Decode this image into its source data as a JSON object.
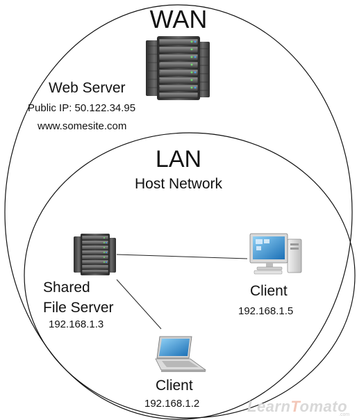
{
  "wan": {
    "title": "WAN"
  },
  "web_server": {
    "label": "Web Server",
    "public_ip": "Public IP: 50.122.34.95",
    "domain": "www.somesite.com",
    "icon": "server-rack-icon"
  },
  "lan": {
    "title": "LAN",
    "subtitle": "Host Network"
  },
  "shared_file_server": {
    "label_line1": "Shared",
    "label_line2": "File Server",
    "ip": "192.168.1.3",
    "icon": "server-rack-icon"
  },
  "client_desktop": {
    "label": "Client",
    "ip": "192.168.1.5",
    "icon": "desktop-computer-icon"
  },
  "client_laptop": {
    "label": "Client",
    "ip": "192.168.1.2",
    "icon": "laptop-icon"
  },
  "watermark": {
    "text_part1": "Learn",
    "text_highlight": "T",
    "text_part2": "omato",
    "suffix": ".com"
  }
}
